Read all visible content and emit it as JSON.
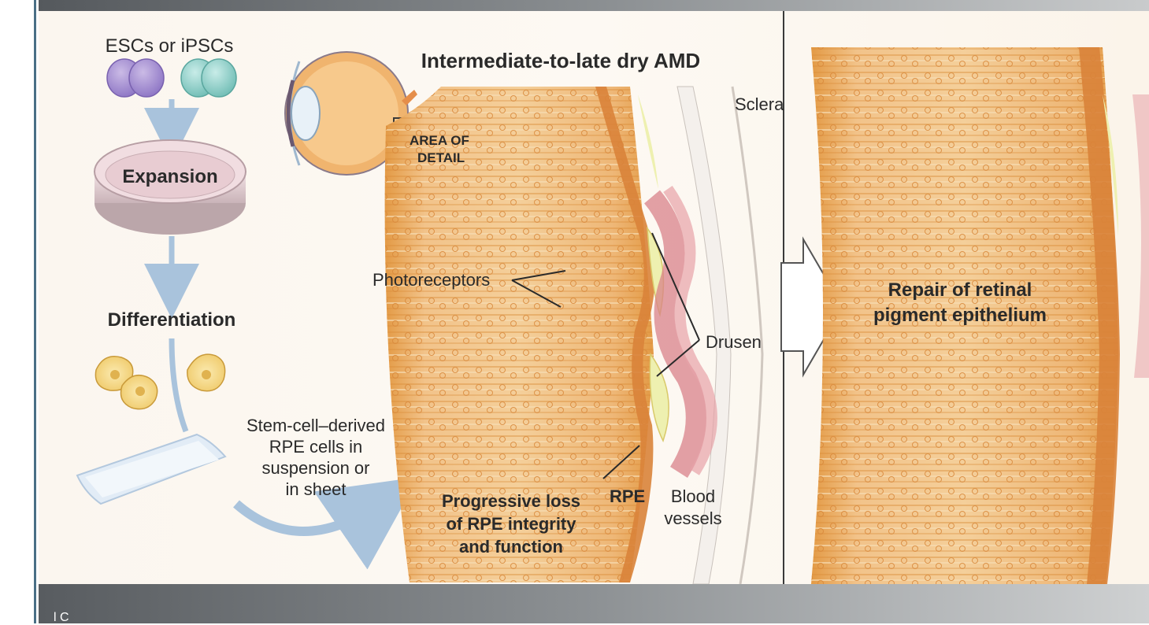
{
  "figure": {
    "title": "Intermediate-to-late dry AMD",
    "sources": "ESCs or iPSCs",
    "expansion": "Expansion",
    "differentiation": "Differentiation",
    "stem_cell_lines": [
      "Stem-cell–derived",
      "RPE cells in",
      "suspension or",
      "in sheet"
    ],
    "area_of_detail_lines": [
      "AREA OF",
      "DETAIL"
    ],
    "sclera": "Sclera",
    "photoreceptors": "Photoreceptors",
    "drusen": "Drusen",
    "rpe": "RPE",
    "blood_vessels_lines": [
      "Blood",
      "vessels"
    ],
    "progressive_loss_lines": [
      "Progressive loss",
      "of RPE integrity",
      "and function"
    ],
    "repair_lines": [
      "Repair of retinal",
      "pigment epithelium"
    ]
  },
  "footer": {
    "partial_text": "l C"
  },
  "colors": {
    "tissue": "#e9a455",
    "tissue_light": "#f6d7a8",
    "sclera_text": "#8fb7d6",
    "blood_vessel": "#d8828a",
    "blood_text": "#d98a90",
    "drusen_fill": "#eef0b0",
    "frame_blue": "#4a6f86",
    "arrow_blue": "#a9c3dc"
  }
}
